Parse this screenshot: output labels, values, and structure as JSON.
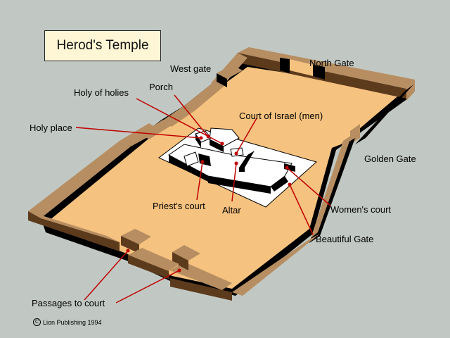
{
  "title": "Herod's Temple",
  "labels": {
    "west_gate": "West gate",
    "north_gate": "North Gate",
    "porch": "Porch",
    "holy_of_holies": "Holy of holies",
    "court_of_israel": "Court of Israel (men)",
    "holy_place": "Holy place",
    "golden_gate": "Golden Gate",
    "priests_court": "Priest's court",
    "altar": "Altar",
    "womens_court": "Women's court",
    "beautiful_gate": "Beautiful Gate",
    "passages": "Passages to court"
  },
  "copyright": "Lion Publishing 1994",
  "copyright_symbol": "C",
  "colors": {
    "background": "#c1c8c3",
    "courtyard": "#f5c27f",
    "wall_top": "#b78e62",
    "wall_front": "#5c3a1c",
    "wall_side": "#000000",
    "temple_platform": "#ffffff",
    "pointer": "#c00000",
    "title_box": "#fff6d6"
  }
}
